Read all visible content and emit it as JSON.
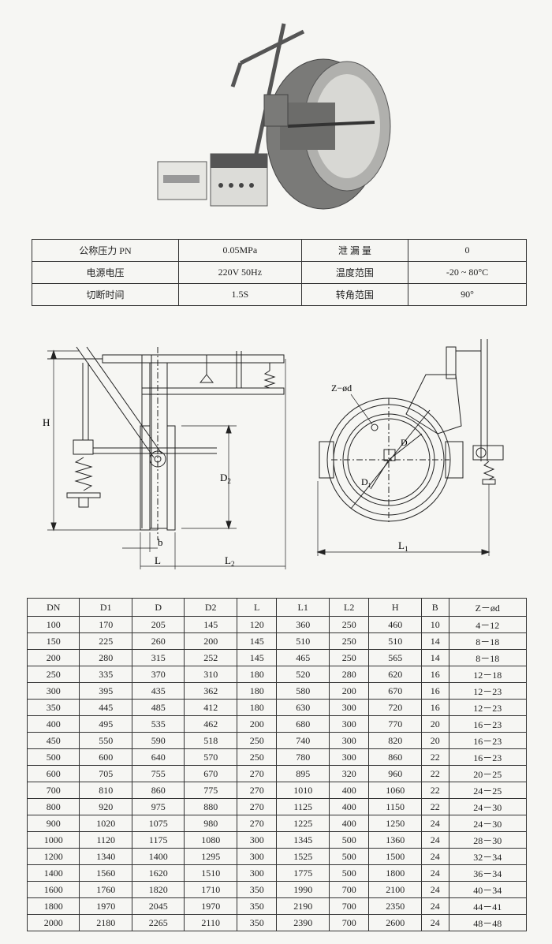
{
  "spec_table": {
    "rows": [
      [
        "公称压力 PN",
        "0.05MPa",
        "泄 漏 量",
        "0"
      ],
      [
        "电源电压",
        "220V 50Hz",
        "温度范围",
        "-20 ~ 80°C"
      ],
      [
        "切断时间",
        "1.5S",
        "转角范围",
        "90°"
      ]
    ]
  },
  "drawing_labels": {
    "H": "H",
    "D2": "D",
    "D2_sub": "2",
    "b": "b",
    "L": "L",
    "L2": "L",
    "L2_sub": "2",
    "Zd": "Z−ød",
    "D": "D",
    "D1": "D",
    "D1_sub": "1",
    "L1": "L",
    "L1_sub": "1"
  },
  "dim_table": {
    "headers": [
      "DN",
      "D1",
      "D",
      "D2",
      "L",
      "L1",
      "L2",
      "H",
      "B",
      "Z－ød"
    ],
    "rows": [
      [
        "100",
        "170",
        "205",
        "145",
        "120",
        "360",
        "250",
        "460",
        "10",
        "4－12"
      ],
      [
        "150",
        "225",
        "260",
        "200",
        "145",
        "510",
        "250",
        "510",
        "14",
        "8－18"
      ],
      [
        "200",
        "280",
        "315",
        "252",
        "145",
        "465",
        "250",
        "565",
        "14",
        "8－18"
      ],
      [
        "250",
        "335",
        "370",
        "310",
        "180",
        "520",
        "280",
        "620",
        "16",
        "12－18"
      ],
      [
        "300",
        "395",
        "435",
        "362",
        "180",
        "580",
        "200",
        "670",
        "16",
        "12－23"
      ],
      [
        "350",
        "445",
        "485",
        "412",
        "180",
        "630",
        "300",
        "720",
        "16",
        "12－23"
      ],
      [
        "400",
        "495",
        "535",
        "462",
        "200",
        "680",
        "300",
        "770",
        "20",
        "16－23"
      ],
      [
        "450",
        "550",
        "590",
        "518",
        "250",
        "740",
        "300",
        "820",
        "20",
        "16－23"
      ],
      [
        "500",
        "600",
        "640",
        "570",
        "250",
        "780",
        "300",
        "860",
        "22",
        "16－23"
      ],
      [
        "600",
        "705",
        "755",
        "670",
        "270",
        "895",
        "320",
        "960",
        "22",
        "20－25"
      ],
      [
        "700",
        "810",
        "860",
        "775",
        "270",
        "1010",
        "400",
        "1060",
        "22",
        "24－25"
      ],
      [
        "800",
        "920",
        "975",
        "880",
        "270",
        "1125",
        "400",
        "1150",
        "22",
        "24－30"
      ],
      [
        "900",
        "1020",
        "1075",
        "980",
        "270",
        "1225",
        "400",
        "1250",
        "24",
        "24－30"
      ],
      [
        "1000",
        "1120",
        "1175",
        "1080",
        "300",
        "1345",
        "500",
        "1360",
        "24",
        "28－30"
      ],
      [
        "1200",
        "1340",
        "1400",
        "1295",
        "300",
        "1525",
        "500",
        "1500",
        "24",
        "32－34"
      ],
      [
        "1400",
        "1560",
        "1620",
        "1510",
        "300",
        "1775",
        "500",
        "1800",
        "24",
        "36－34"
      ],
      [
        "1600",
        "1760",
        "1820",
        "1710",
        "350",
        "1990",
        "700",
        "2100",
        "24",
        "40－34"
      ],
      [
        "1800",
        "1970",
        "2045",
        "1970",
        "350",
        "2190",
        "700",
        "2350",
        "24",
        "44－41"
      ],
      [
        "2000",
        "2180",
        "2265",
        "2110",
        "350",
        "2390",
        "700",
        "2600",
        "24",
        "48－48"
      ]
    ]
  },
  "colors": {
    "ink": "#222222",
    "paper": "#f6f6f3",
    "photo_gray": "#8a8a88"
  }
}
